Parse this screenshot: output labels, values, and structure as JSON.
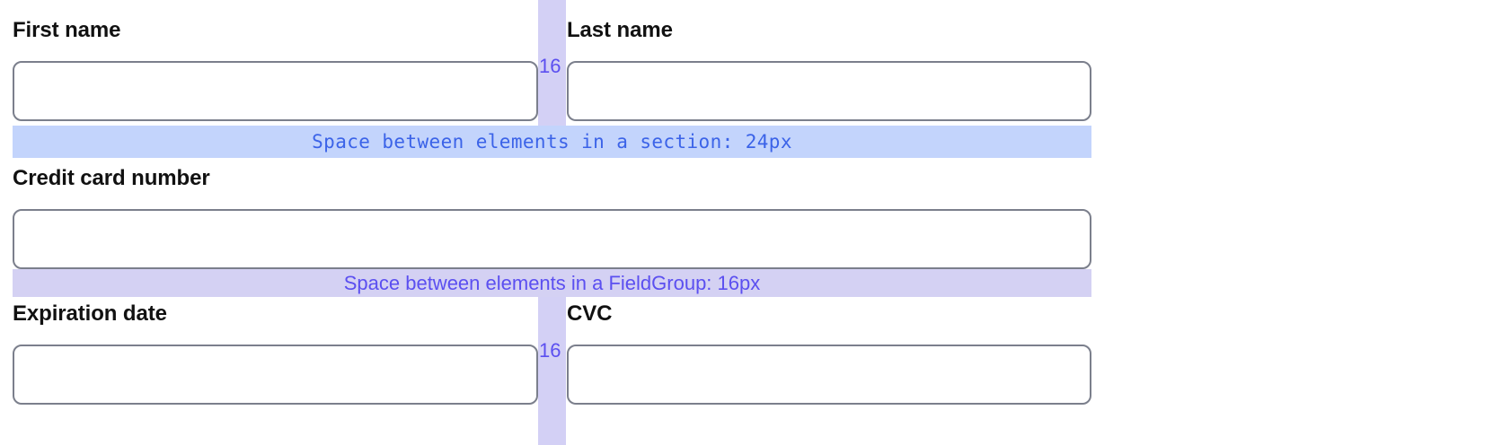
{
  "form": {
    "rows": [
      {
        "type": "pair",
        "left": {
          "label": "First name",
          "value": "",
          "placeholder": ""
        },
        "right": {
          "label": "Last name",
          "value": "",
          "placeholder": ""
        },
        "gap_label": "16"
      },
      {
        "type": "single",
        "field": {
          "label": "Credit card number",
          "value": "",
          "placeholder": ""
        }
      },
      {
        "type": "pair",
        "left": {
          "label": "Expiration date",
          "value": "",
          "placeholder": ""
        },
        "right": {
          "label": "CVC",
          "value": "",
          "placeholder": ""
        },
        "gap_label": "16"
      }
    ]
  },
  "annotations": {
    "section_gap": {
      "text": "Space between elements in a section: 24px"
    },
    "fieldgroup_gap": {
      "text": "Space between elements in a FieldGroup: 16px"
    }
  },
  "colors": {
    "column_gap_band": "#d3d0f5",
    "column_gap_text": "#5b4ff0",
    "section_bar_bg": "#c3d4fc",
    "section_bar_text": "#3b63e8",
    "fieldgroup_bar_bg": "#d4d1f3",
    "fieldgroup_bar_text": "#5b4ff0",
    "input_border": "#7b7f8c",
    "label_text": "#111111",
    "page_background": "#ffffff"
  }
}
